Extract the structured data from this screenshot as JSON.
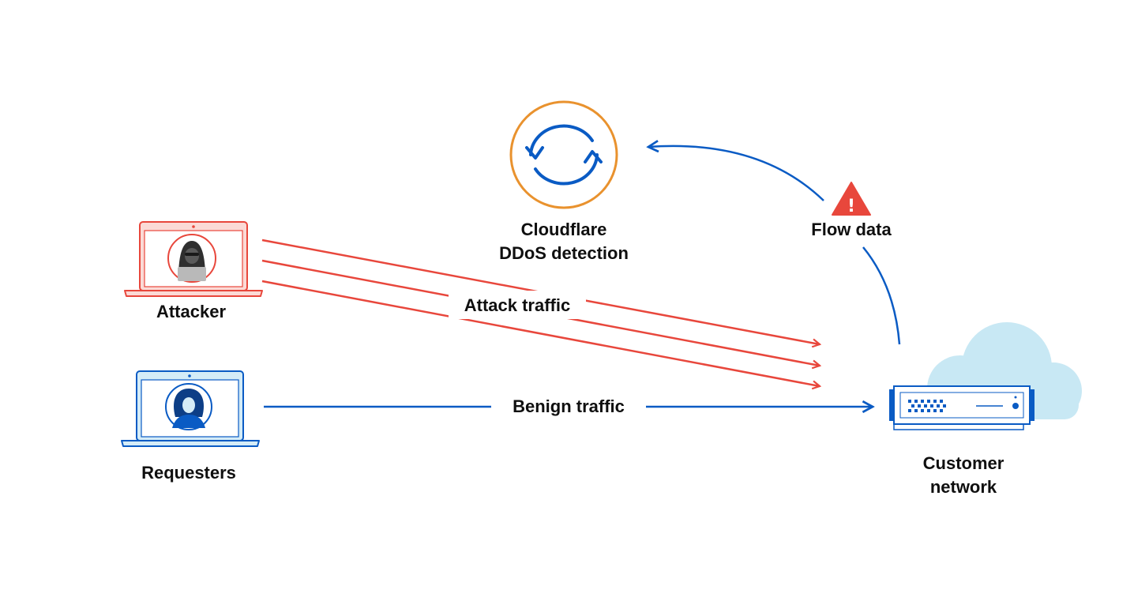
{
  "labels": {
    "attacker": "Attacker",
    "requesters": "Requesters",
    "detection_line1": "Cloudflare",
    "detection_line2": "DDoS detection",
    "flow_data": "Flow data",
    "attack_traffic": "Attack traffic",
    "benign_traffic": "Benign traffic",
    "customer_line1": "Customer",
    "customer_line2": "network",
    "alert_mark": "!"
  },
  "icons": {
    "attacker_device": "laptop-icon",
    "attacker_avatar": "hooded-hacker-icon",
    "requester_device": "laptop-icon",
    "requester_avatar": "person-icon",
    "detection": "refresh-cycle-icon",
    "alert": "warning-triangle-icon",
    "customer_device": "server-appliance-icon",
    "customer_cloud": "cloud-icon"
  },
  "colors": {
    "attack_red": "#e8473c",
    "benign_blue": "#0a5bc4",
    "detection_orange": "#e9922e",
    "cloud_blue": "#c8e8f4",
    "text": "#0f0f0f"
  }
}
